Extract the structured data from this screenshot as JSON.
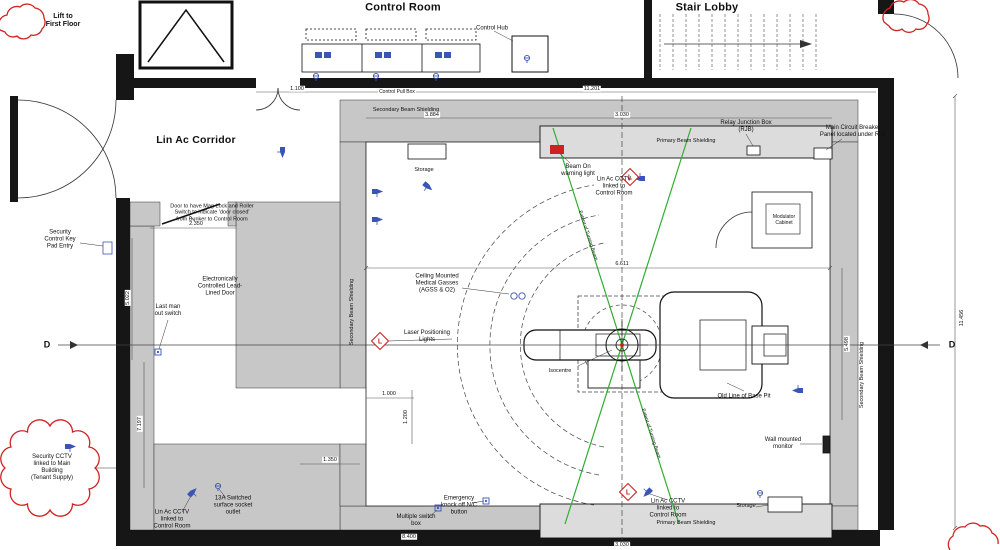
{
  "colors": {
    "wall_black": "#161616",
    "shield_gray": "#c7c7c7",
    "primary_gray": "#dcdcdc",
    "beam_green": "#2fae2f",
    "alert_red": "#cc2222",
    "device_blue": "#3b55b5"
  },
  "rooms": {
    "lift": "Lift to\nFirst Floor",
    "control_room": "Control Room",
    "stair_lobby": "Stair Lobby",
    "linac_corridor": "Lin Ac Corridor"
  },
  "labels": {
    "control_hub": "Control Hub",
    "control_pull_box": "Control Pull Box",
    "secondary_beam_shielding": "Secondary Beam Shielding",
    "primary_beam_shielding": "Primary Beam Shielding",
    "storage": "Storage",
    "isocentre": "Isocentre",
    "modulator_cabinet": "Modulator\nCabinet",
    "extent_of_turning_beam": "Extent of Turning Beam",
    "section_marker": "D",
    "warning_light_letter": "L"
  },
  "annotations": {
    "beam_on_light": "Beam On\nwarning light",
    "linac_cctv": "Lin Ac CCTV\nlinked to\nControl Room",
    "relay_junction_box": "Relay Junction Box\n(RJB)",
    "main_circuit_breaker": "Main Circuit Breaker\nPanel located under RJB",
    "medical_gasses": "Ceiling Mounted\nMedical Gasses\n(AGSS & O2)",
    "laser_positioning": "Laser Positioning\nLights",
    "old_base_pit": "Old Line of Base Pit",
    "wall_monitor": "Wall mounted\nmonitor",
    "mag_lock_door": "Door to have Mag Lock and Roller\nSwitch to indicate 'door closed'\nfrom Bunker to Control Room",
    "security_keypad": "Security\nControl Key\nPad Entry",
    "lead_lined_door": "Electronically\nControlled Lead-\nLined Door",
    "last_man_out": "Last man\nout switch",
    "security_cctv": "Security CCTV\nlinked to Main\nBuilding\n(Tenant Supply)",
    "socket_13a": "13A Switched\nsurface socket\noutlet",
    "emergency_knockoff": "Emergency\nknock off N/C\nbutton",
    "multiple_switch_box": "Multiple switch\nbox"
  },
  "dimensions": {
    "top_door": "1.100",
    "top_overall": "11.201",
    "top_left_span": "3.884",
    "top_right_span": "3.030",
    "room_width": "6.611",
    "corridor_door": "2.350",
    "left_upper": "5.022",
    "left_lower": "7.197",
    "maze_notch_w": "1.000",
    "maze_notch_h": "1.200",
    "maze_bottom": "1.350",
    "bottom_span": "8.400",
    "bottom_right_span": "3.030",
    "right_wall": "5.498",
    "right_overall": "11.456"
  }
}
